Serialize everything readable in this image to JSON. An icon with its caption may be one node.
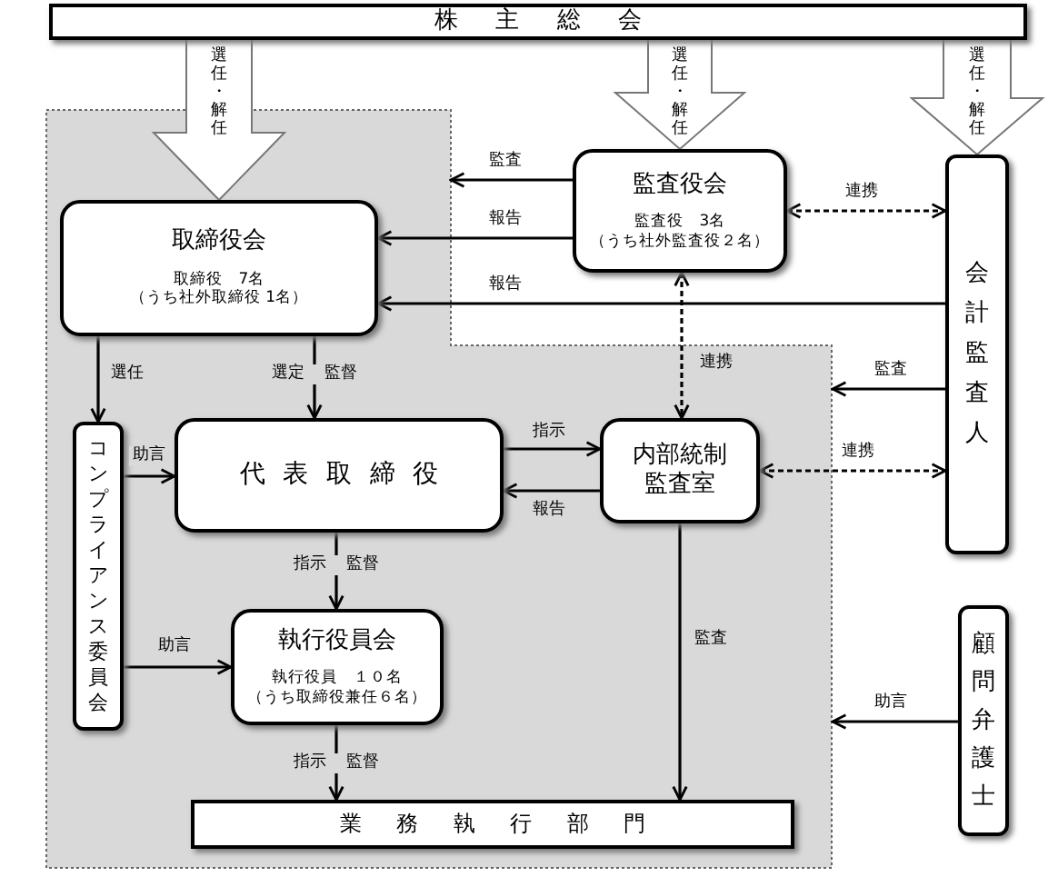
{
  "diagram": {
    "nodes": [
      {
        "text": [
          "株主総会"
        ]
      },
      {
        "text": [],
        "shape": "box"
      },
      {
        "text": [
          "取締役会",
          "取締役　7名",
          "（うち社外取締役 1名）"
        ],
        "in": 1
      },
      {
        "text": [
          "監査役会",
          "監査役　3名",
          "（うち社外監査役２名）"
        ]
      },
      {
        "text": [
          "会計監査人"
        ]
      },
      {
        "text": [
          "コンプライアンス委員会"
        ],
        "in": 1
      },
      {
        "text": [
          "代表取締役"
        ],
        "in": 1
      },
      {
        "text": [
          "内部統制監査室"
        ],
        "in": 1
      },
      {
        "text": [
          "執行役員会",
          "執行役員　１０名",
          "（うち取締役兼任６名）"
        ],
        "in": 1
      },
      {
        "text": [
          "業務執行部門"
        ],
        "in": 1
      },
      {
        "text": [
          "顧問弁護士"
        ]
      }
    ],
    "edges": [
      {
        "from": 0,
        "to": 2,
        "arrow": "to",
        "label": "選任・解任",
        "style": "thick"
      },
      {
        "from": 0,
        "to": 3,
        "arrow": "to",
        "label": "選任・解任",
        "style": "thick"
      },
      {
        "from": 0,
        "to": 4,
        "arrow": "to",
        "label": "選任・解任",
        "style": "thick"
      },
      {
        "from": 3,
        "to": 1,
        "arrow": "to",
        "label": "監査"
      },
      {
        "from": 3,
        "to": 2,
        "arrow": "to",
        "label": "報告"
      },
      {
        "from": 3,
        "to": 4,
        "arrow": "both",
        "label": "連携",
        "style": "dashed"
      },
      {
        "from": 4,
        "to": 2,
        "arrow": "to",
        "label": "報告"
      },
      {
        "from": 3,
        "to": 7,
        "arrow": "both",
        "label": "連携",
        "style": "dashed"
      },
      {
        "from": 4,
        "to": 1,
        "arrow": "to",
        "label": "監査"
      },
      {
        "from": 7,
        "to": 4,
        "arrow": "both",
        "label": "連携",
        "style": "dashed"
      },
      {
        "from": 2,
        "to": 5,
        "arrow": "to",
        "label": "選任"
      },
      {
        "from": 2,
        "to": 6,
        "arrow": "to",
        "label": "選定 監督"
      },
      {
        "from": 5,
        "to": 6,
        "arrow": "to",
        "label": "助言"
      },
      {
        "from": 6,
        "to": 7,
        "arrow": "to",
        "label": "指示"
      },
      {
        "from": 7,
        "to": 6,
        "arrow": "to",
        "label": "報告"
      },
      {
        "from": 6,
        "to": 8,
        "arrow": "to",
        "label": "指示 監督"
      },
      {
        "from": 5,
        "to": 8,
        "arrow": "to",
        "label": "助言"
      },
      {
        "from": 8,
        "to": 9,
        "arrow": "to",
        "label": "指示 監督"
      },
      {
        "from": 7,
        "to": 9,
        "arrow": "to",
        "label": "監査"
      },
      {
        "from": 10,
        "to": 1,
        "arrow": "to",
        "label": "助言"
      }
    ]
  }
}
